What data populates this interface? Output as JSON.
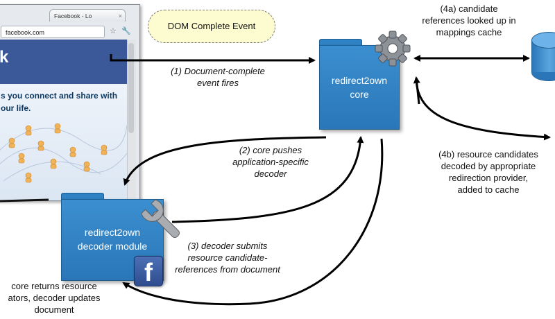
{
  "event_bubble": "DOM Complete Event",
  "browser": {
    "tab_title": "Facebook - Lo",
    "address": "facebook.com",
    "logo": "k",
    "tagline_line1": "s you connect and share with",
    "tagline_line2": "our life."
  },
  "core": {
    "label_line1": "redirect2own",
    "label_line2": "core"
  },
  "decoder": {
    "label_line1": "redirect2own",
    "label_line2": "decoder module"
  },
  "facebook_badge": "f",
  "annotations": {
    "step1": [
      "(1) Document-complete",
      "event fires"
    ],
    "step2": [
      "(2) core pushes",
      "application-specific",
      "decoder"
    ],
    "step3": [
      "(3) decoder submits",
      "resource candidate-",
      "references from document"
    ],
    "step4": [
      "core returns resource",
      "ators, decoder updates",
      "document"
    ],
    "step4a": [
      "(4a) candidate",
      "references looked up in",
      "mappings cache"
    ],
    "step4b": [
      "(4b) resource candidates",
      "decoded by appropriate",
      "redirection provider,",
      "added to cache"
    ]
  },
  "icons": {
    "gear": "gear-icon",
    "wrench": "wrench-icon",
    "database": "database-icon",
    "person": "person-icon"
  },
  "colors": {
    "folder_blue": "#2f82c4",
    "facebook_blue": "#3b5998",
    "event_fill": "#fdfbd0"
  }
}
